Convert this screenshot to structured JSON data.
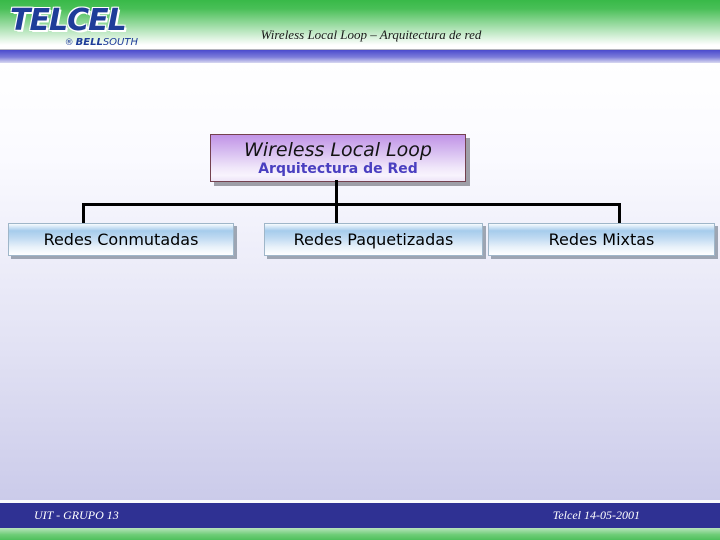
{
  "header": {
    "logo": {
      "brand": "TELCEL",
      "registered": "®",
      "sub_bold": "BELL",
      "sub_light": "SOUTH"
    },
    "slide_title": "Wireless Local Loop – Arquitectura de red"
  },
  "diagram": {
    "root": {
      "title": "Wireless Local Loop",
      "subtitle": "Arquitectura de Red"
    },
    "children": [
      {
        "label": "Redes Conmutadas"
      },
      {
        "label": "Redes Paquetizadas"
      },
      {
        "label": "Redes Mixtas"
      }
    ]
  },
  "footer": {
    "left_text": "UIT - GRUPO 13",
    "right_text": "Telcel 14-05-2001"
  },
  "colors": {
    "brand_green": "#3ab94a",
    "brand_blue": "#1f3d99",
    "divider_bar_blue": "#4b4bcd",
    "footer_navy": "#2f3193",
    "root_box_purple": "#c193e6",
    "root_subtitle_purple": "#4a3fc0",
    "child_box_blue": "#a6ccec",
    "background_lavender": "#cbcbea",
    "connector_black": "#000000"
  }
}
